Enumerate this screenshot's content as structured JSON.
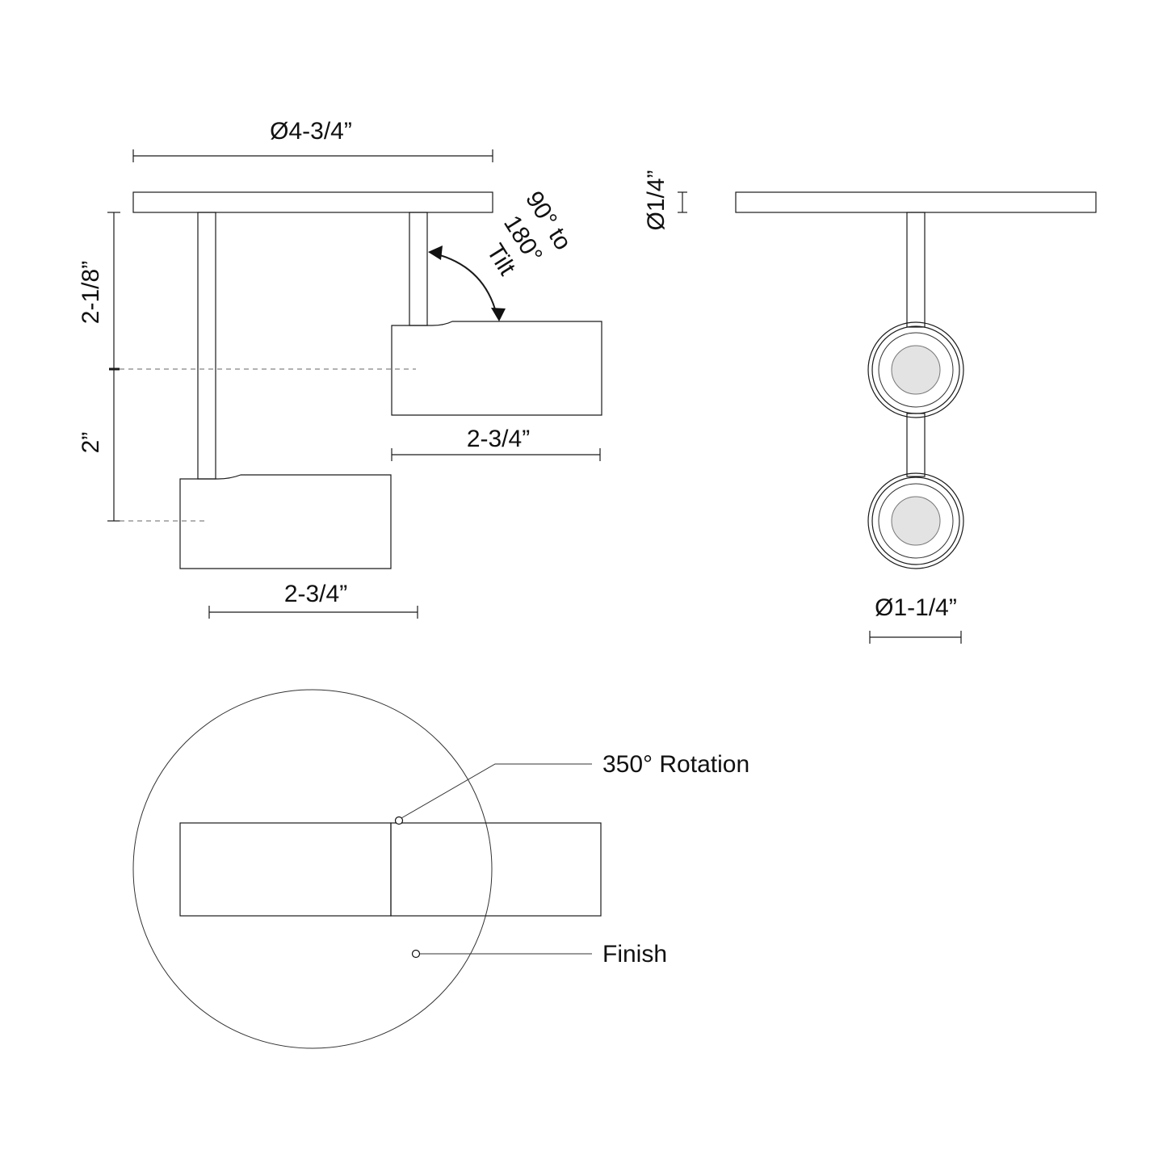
{
  "dimensions": {
    "canopy_diameter": "Ø4-3/4”",
    "canopy_thickness": "Ø1/4”",
    "upper_drop": "2-1/8”",
    "lower_drop": "2”",
    "head_length_upper": "2-3/4”",
    "head_length_lower": "2-3/4”",
    "head_diameter": "Ø1-1/4”"
  },
  "tilt": {
    "line1": "90° to",
    "line2": "180°",
    "line3": "Tilt"
  },
  "callouts": {
    "rotation": "350° Rotation",
    "finish": "Finish"
  },
  "colors": {
    "line": "#1a1a1a",
    "background": "#ffffff",
    "lens": "#d9d9d9"
  }
}
